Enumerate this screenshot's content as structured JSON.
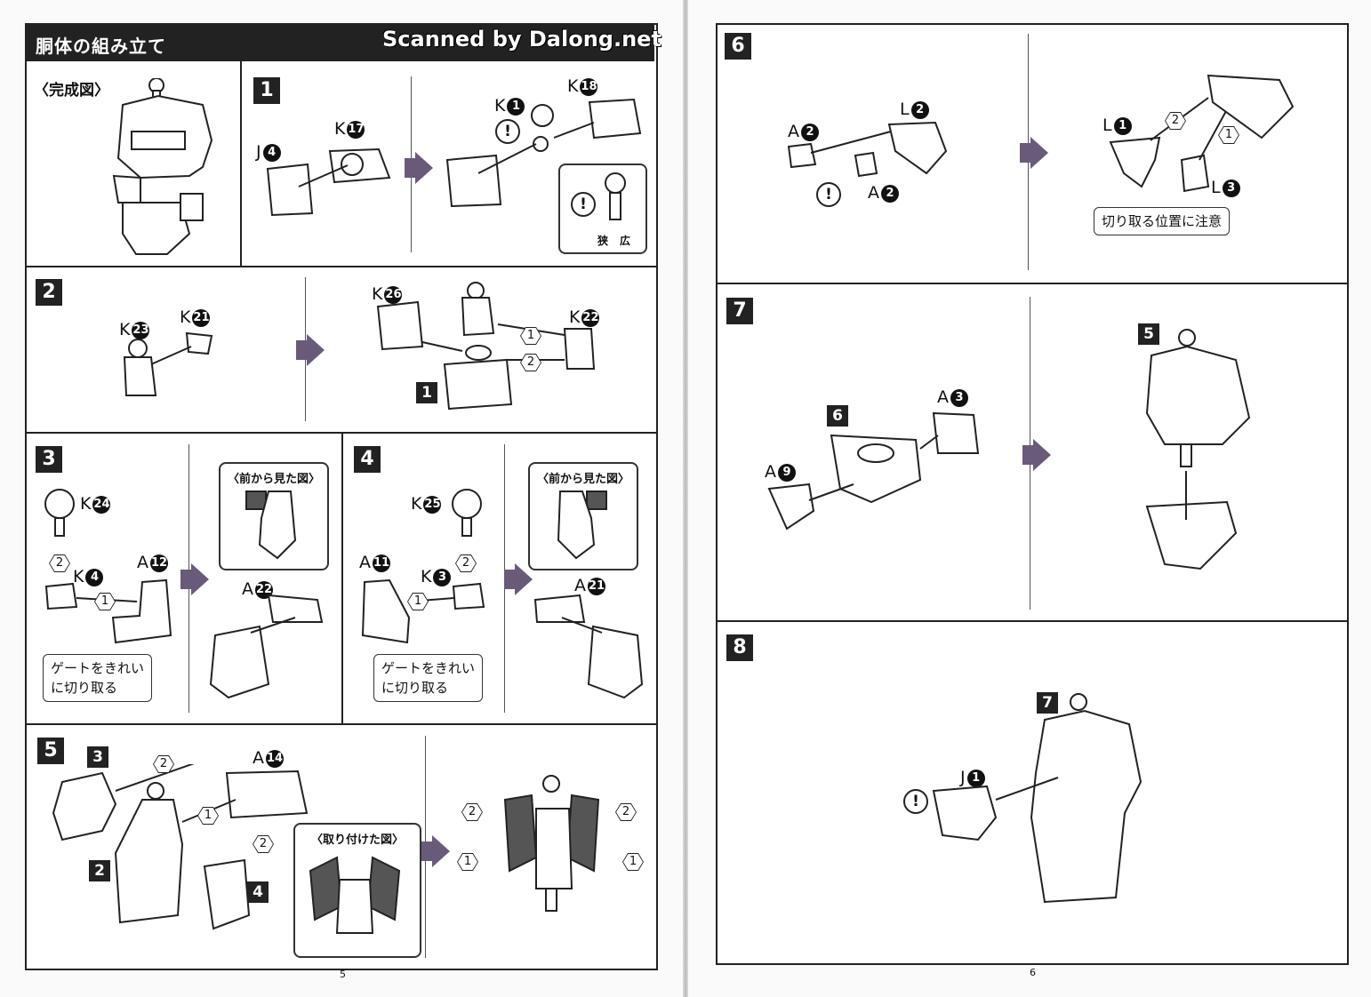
{
  "header": {
    "title": "胴体の組み立て",
    "watermark": "Scanned by Dalong.net"
  },
  "completed": {
    "caption": "〈完成図〉"
  },
  "steps": {
    "s1": {
      "num": "1",
      "labels": {
        "j": "J",
        "j_num": "4",
        "k17": "K",
        "k17_num": "17",
        "k1": "K",
        "k1_num": "1",
        "k18": "K",
        "k18_num": "18"
      },
      "note_narrow": "狭",
      "note_wide": "広"
    },
    "s2": {
      "num": "2",
      "labels": {
        "k23": "K",
        "k23_num": "23",
        "k21": "K",
        "k21_num": "21",
        "k26": "K",
        "k26_num": "26",
        "k22": "K",
        "k22_num": "22"
      },
      "ref": "1",
      "seq1": "1",
      "seq2": "2"
    },
    "s3": {
      "num": "3",
      "labels": {
        "k24": "K",
        "k24_num": "24",
        "k4": "K",
        "k4_num": "4",
        "a12": "A",
        "a12_num": "12",
        "a22": "A",
        "a22_num": "22"
      },
      "seq1": "1",
      "seq2": "2",
      "view_title": "〈前から見た図〉",
      "gate_note_l1": "ゲートをきれい",
      "gate_note_l2": "に切り取る"
    },
    "s4": {
      "num": "4",
      "labels": {
        "k25": "K",
        "k25_num": "25",
        "k3": "K",
        "k3_num": "3",
        "a11": "A",
        "a11_num": "11",
        "a21": "A",
        "a21_num": "21"
      },
      "seq1": "1",
      "seq2": "2",
      "view_title": "〈前から見た図〉",
      "gate_note_l1": "ゲートをきれい",
      "gate_note_l2": "に切り取る"
    },
    "s5": {
      "num": "5",
      "refs": {
        "r3": "3",
        "r2": "2",
        "r4": "4"
      },
      "labels": {
        "a14": "A",
        "a14_num": "14"
      },
      "seq1": "1",
      "seq2": "2",
      "view_title": "〈取り付けた図〉"
    },
    "s6": {
      "num": "6",
      "labels": {
        "a2": "A",
        "a2_num": "2",
        "l2": "L",
        "l2_num": "2",
        "a2b": "A",
        "a2b_num": "2",
        "l1": "L",
        "l1_num": "1",
        "l3": "L",
        "l3_num": "3"
      },
      "seq1": "1",
      "seq2": "2",
      "cut_note": "切り取る位置に注意"
    },
    "s7": {
      "num": "7",
      "refs": {
        "r6": "6",
        "r5": "5"
      },
      "labels": {
        "a3": "A",
        "a3_num": "3",
        "a9": "A",
        "a9_num": "9"
      }
    },
    "s8": {
      "num": "8",
      "refs": {
        "r7": "7"
      },
      "labels": {
        "j1": "J",
        "j1_num": "1"
      }
    }
  },
  "pages": {
    "left": "5",
    "right": "6"
  }
}
